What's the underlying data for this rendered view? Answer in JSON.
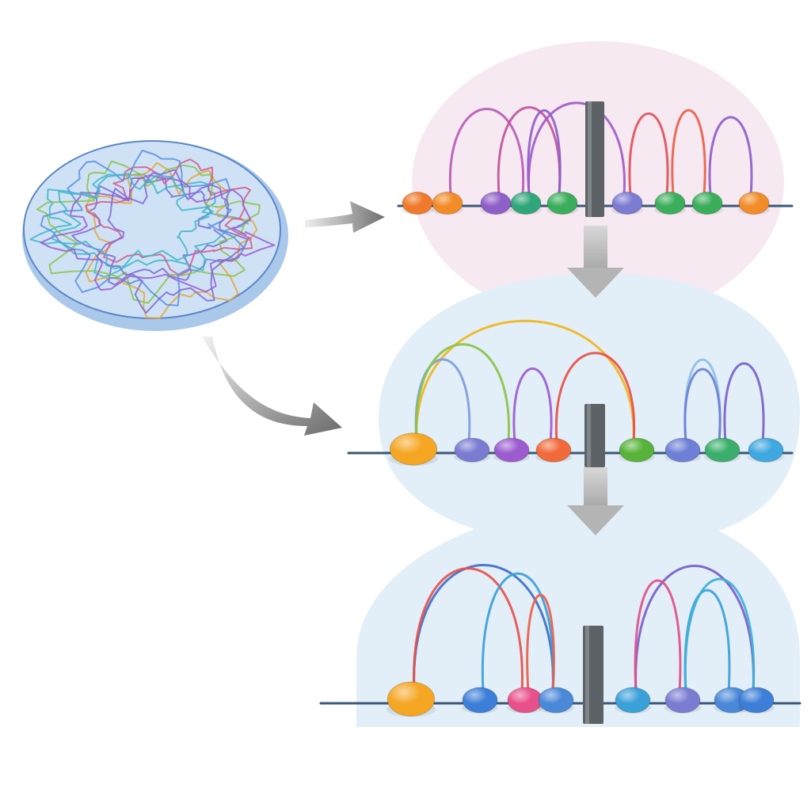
{
  "figure": {
    "nucleus": {
      "fill": "#cfe2f5",
      "rim": "#a9c8ea",
      "stroke": "#5b86c8"
    },
    "strand_colors": [
      "#7d6ad6",
      "#3fb6c9",
      "#e5a63a",
      "#8bc34a",
      "#d45b8e",
      "#5a8fe0",
      "#9c5ccf"
    ],
    "panels": [
      {
        "id": "top",
        "bg": "#f6e9f2",
        "beads": [
          {
            "color": "#f07a2b"
          },
          {
            "color": "#f28c28"
          },
          {
            "color": "#8e5ec9"
          },
          {
            "color": "#2fa77a"
          },
          {
            "color": "#3aae5a"
          },
          {
            "color": "#7a7bd1"
          },
          {
            "color": "#3aae5a"
          },
          {
            "color": "#3aae5a"
          },
          {
            "color": "#f28c28"
          }
        ],
        "loops": [
          {
            "from": 1,
            "to": 3,
            "color": "#b85ab8"
          },
          {
            "from": 2,
            "to": 4,
            "color": "#c0559a"
          },
          {
            "from": 3,
            "to": 4,
            "color": "#8e5ec9"
          },
          {
            "from": 3,
            "to": 5,
            "color": "#a25bc8"
          },
          {
            "from": 5,
            "to": 6,
            "color": "#e0505a"
          },
          {
            "from": 6,
            "to": 7,
            "color": "#e8604a"
          },
          {
            "from": 7,
            "to": 8,
            "color": "#8e5ec9"
          },
          {
            "from": 7,
            "to": 9,
            "color": "#9a5bcf"
          }
        ]
      },
      {
        "id": "middle",
        "bg": "#e3eff8",
        "beads": [
          {
            "color": "#f5a623"
          },
          {
            "color": "#7a7bd1"
          },
          {
            "color": "#9c5ccf"
          },
          {
            "color": "#f06a3a"
          },
          {
            "color": "#58b33a"
          },
          {
            "color": "#6d7fd6"
          },
          {
            "color": "#3aae6a"
          },
          {
            "color": "#3fa8e0"
          }
        ],
        "loops": [
          {
            "from": 0,
            "to": 4,
            "color": "#f1b51c"
          },
          {
            "from": 0,
            "to": 1,
            "color": "#7d9be0"
          },
          {
            "from": 0,
            "to": 2,
            "color": "#8bc34a"
          },
          {
            "from": 2,
            "to": 3,
            "color": "#9c5ccf"
          },
          {
            "from": 3,
            "to": 4,
            "color": "#e8504a"
          },
          {
            "from": 5,
            "to": 6,
            "color": "#8fbfe6"
          },
          {
            "from": 5,
            "to": 6,
            "color": "#6d7fd6"
          },
          {
            "from": 6,
            "to": 7,
            "color": "#7a62c8"
          }
        ]
      },
      {
        "id": "bottom",
        "bg": "#e3eff8",
        "beads": [
          {
            "color": "#f5a623"
          },
          {
            "color": "#3d7fd8"
          },
          {
            "color": "#e8508a"
          },
          {
            "color": "#4a88d8"
          },
          {
            "color": "#3aa0d8"
          },
          {
            "color": "#7a7bd1"
          },
          {
            "color": "#4a88d8"
          },
          {
            "color": "#3d7fd8"
          }
        ],
        "loops": [
          {
            "from": 0,
            "to": 3,
            "color": "#3d6fc8"
          },
          {
            "from": 0,
            "to": 2,
            "color": "#e8504a"
          },
          {
            "from": 1,
            "to": 3,
            "color": "#3aa0d8"
          },
          {
            "from": 2,
            "to": 3,
            "color": "#e8604a"
          },
          {
            "from": 4,
            "to": 7,
            "color": "#7a5ec8"
          },
          {
            "from": 4,
            "to": 5,
            "color": "#e0508a"
          },
          {
            "from": 5,
            "to": 6,
            "color": "#3aa0d8"
          },
          {
            "from": 5,
            "to": 7,
            "color": "#3fb0d8"
          }
        ]
      }
    ]
  }
}
